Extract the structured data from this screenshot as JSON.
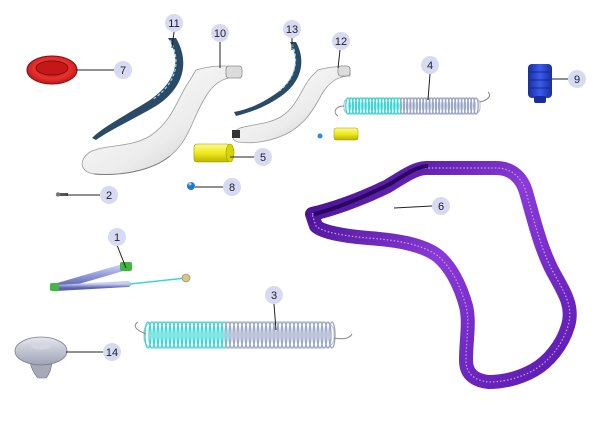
{
  "diagram": {
    "callouts": [
      {
        "id": "callout-1",
        "label": "1"
      },
      {
        "id": "callout-2",
        "label": "2"
      },
      {
        "id": "callout-3",
        "label": "3"
      },
      {
        "id": "callout-4",
        "label": "4"
      },
      {
        "id": "callout-5",
        "label": "5"
      },
      {
        "id": "callout-6",
        "label": "6"
      },
      {
        "id": "callout-7",
        "label": "7"
      },
      {
        "id": "callout-8",
        "label": "8"
      },
      {
        "id": "callout-9",
        "label": "9"
      },
      {
        "id": "callout-10",
        "label": "10"
      },
      {
        "id": "callout-11",
        "label": "11"
      },
      {
        "id": "callout-12",
        "label": "12"
      },
      {
        "id": "callout-13",
        "label": "13"
      },
      {
        "id": "callout-14",
        "label": "14"
      }
    ],
    "colors": {
      "callout_fill": "#d8daf4",
      "leader": "#222222",
      "belt": "#6a1fb8",
      "belt_dark": "#3a0a86",
      "grommet": "#d82020",
      "cap": "#2a44c8",
      "cylinder": "#f2f02a",
      "spring": "#9aa6c8",
      "spring_teal": "#3ad6d6",
      "shroud": "#f2f2f2"
    }
  }
}
